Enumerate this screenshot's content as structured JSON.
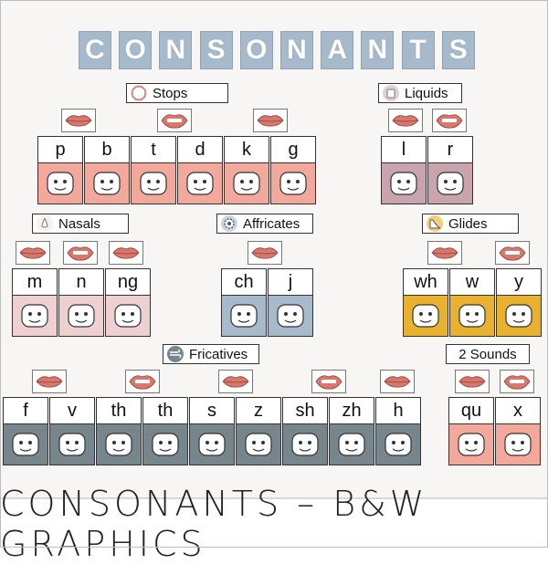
{
  "title_letters": [
    "C",
    "O",
    "N",
    "S",
    "O",
    "N",
    "A",
    "N",
    "T",
    "S"
  ],
  "footer_text": "CONSONANTS – B&W GRAPHICS",
  "colors": {
    "pink": "#f2a99c",
    "mauve": "#c9a3ad",
    "lightpink": "#efd0d1",
    "blue": "#a7bacb",
    "gold": "#e8b12f",
    "slate": "#76868c",
    "lips": "#d9776d"
  },
  "groups": {
    "stops": {
      "label": "Stops",
      "icon": "stop-sign-icon",
      "cards": [
        {
          "letter": "p",
          "picture": "pig-icon"
        },
        {
          "letter": "b",
          "picture": "ball-icon"
        },
        {
          "letter": "t",
          "picture": "turtle-icon"
        },
        {
          "letter": "d",
          "picture": "dog-icon"
        },
        {
          "letter": "k",
          "picture": "kite-icon"
        },
        {
          "letter": "g",
          "picture": "goat-icon"
        }
      ]
    },
    "liquids": {
      "label": "Liquids",
      "icon": "cup-icon",
      "cards": [
        {
          "letter": "l",
          "picture": "lamp-icon"
        },
        {
          "letter": "r",
          "picture": "rainbow-icon"
        }
      ]
    },
    "nasals": {
      "label": "Nasals",
      "icon": "nose-icon",
      "cards": [
        {
          "letter": "m",
          "picture": "map-icon"
        },
        {
          "letter": "n",
          "picture": "nest-icon"
        },
        {
          "letter": "ng",
          "picture": "king-icon"
        }
      ]
    },
    "affricates": {
      "label": "Affricates",
      "icon": "cog-icon",
      "cards": [
        {
          "letter": "ch",
          "picture": "cheese-icon"
        },
        {
          "letter": "j",
          "picture": "jam-icon"
        }
      ]
    },
    "glides": {
      "label": "Glides",
      "icon": "slide-icon",
      "cards": [
        {
          "letter": "wh",
          "picture": "whale-icon"
        },
        {
          "letter": "w",
          "picture": "wagon-icon"
        },
        {
          "letter": "y",
          "picture": "yarn-icon"
        }
      ]
    },
    "fricatives": {
      "label": "Fricatives",
      "icon": "wind-icon",
      "cards": [
        {
          "letter": "f",
          "picture": "fish-icon"
        },
        {
          "letter": "v",
          "picture": "volcano-icon"
        },
        {
          "letter": "th",
          "picture": "thumb-icon"
        },
        {
          "letter": "th",
          "picture": "feather-icon"
        },
        {
          "letter": "s",
          "picture": "snake-icon"
        },
        {
          "letter": "z",
          "picture": "zebra-icon"
        },
        {
          "letter": "sh",
          "picture": "sheep-icon"
        },
        {
          "letter": "zh",
          "picture": "treasure-icon"
        },
        {
          "letter": "h",
          "picture": "hat-icon"
        }
      ]
    },
    "two_sounds": {
      "label": "2 Sounds",
      "cards": [
        {
          "letter": "qu",
          "picture": "queen-icon"
        },
        {
          "letter": "x",
          "picture": "box-icon"
        }
      ]
    }
  }
}
